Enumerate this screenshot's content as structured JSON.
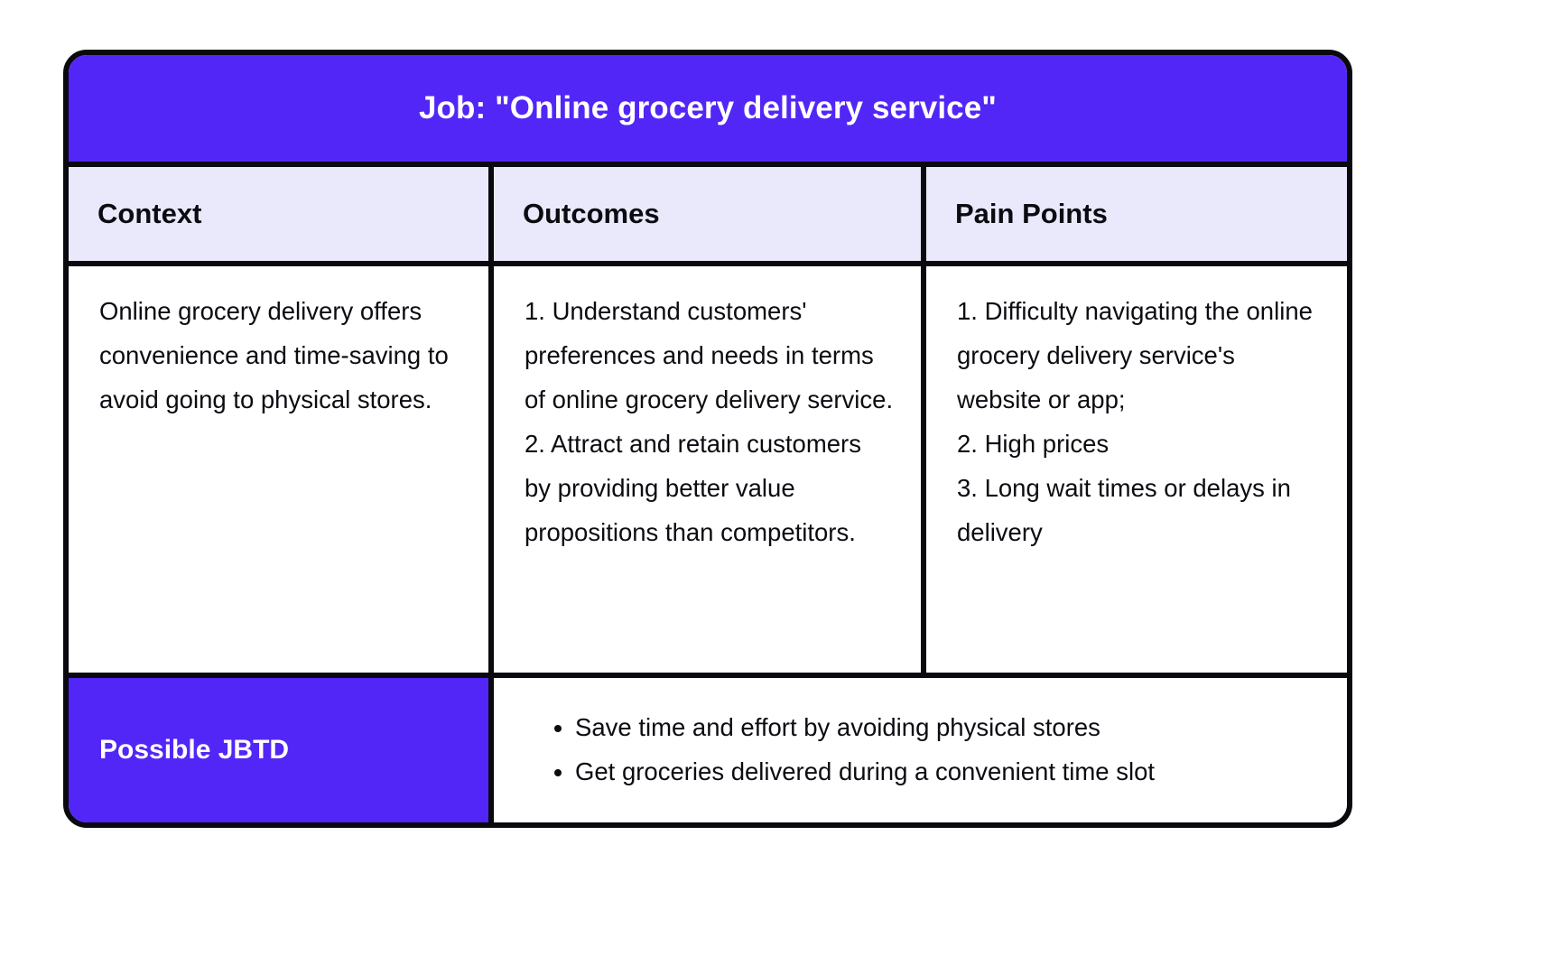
{
  "table": {
    "job_header": {
      "title": "Job: \"Online grocery delivery service\""
    },
    "columns": [
      {
        "header": "Context",
        "body": "Online grocery delivery offers convenience and time-saving to avoid going to physical stores."
      },
      {
        "header": "Outcomes",
        "body": "1. Understand customers' preferences and needs in terms of online grocery delivery service.\n2. Attract and retain customers by providing better value propositions than competitors."
      },
      {
        "header": "Pain Points",
        "body": "1. Difficulty navigating the online grocery delivery service's website or app;\n2. High prices\n3. Long wait times or delays in delivery"
      }
    ],
    "jbtd": {
      "label": "Possible JBTD",
      "items": [
        "Save time and effort by avoiding physical stores",
        "Get groceries delivered during a convenient time slot"
      ]
    }
  },
  "colors": {
    "accent_purple": "#5226f7",
    "header_row_lavender": "#eae8fb",
    "border_black": "#09090e",
    "text_black": "#0b0b12",
    "text_white": "#ffffff",
    "cell_white": "#ffffff"
  }
}
